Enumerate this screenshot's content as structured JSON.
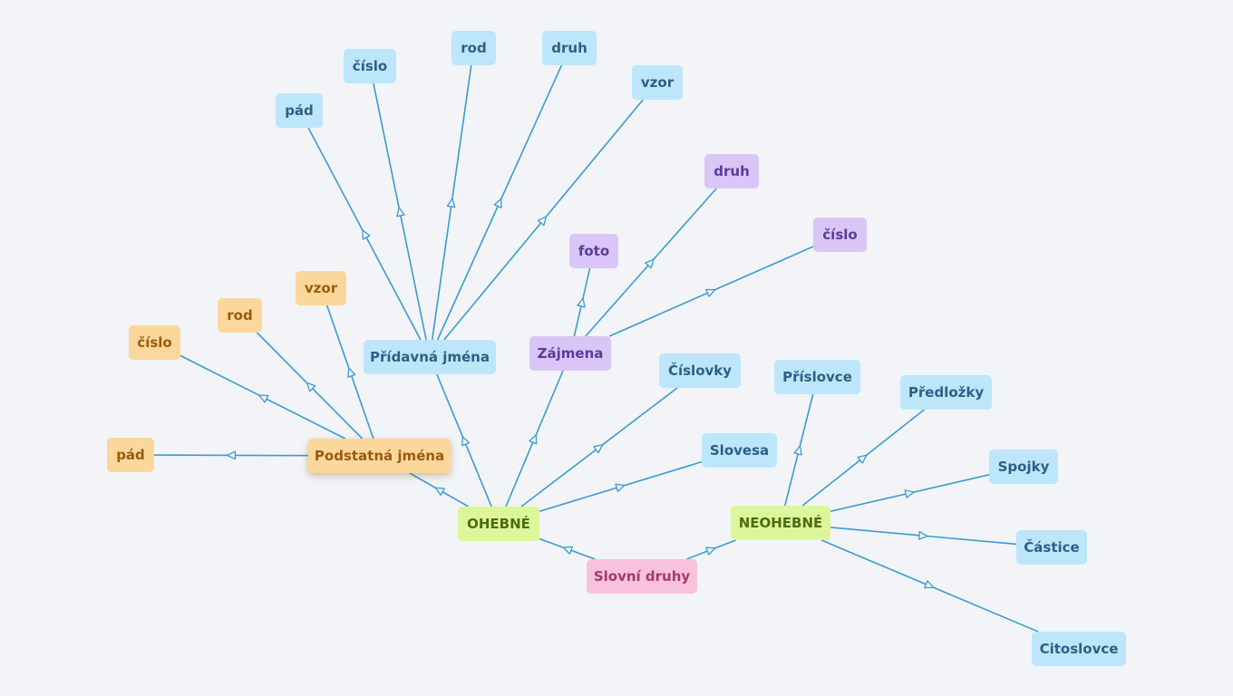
{
  "colors": {
    "edge": "#3b9bd0",
    "background": "#f2f4f7",
    "blue_node": "#bde6fb",
    "orange_node": "#fcd79b",
    "purple_node": "#d9c6f6",
    "green_node": "#def69a",
    "pink_node": "#f8c1dd"
  },
  "nodes": {
    "slovni_druhy": "Slovní druhy",
    "ohebne": "OHEBNÉ",
    "neohebne": "NEOHEBNÉ",
    "podstatna_jmena": "Podstatná jména",
    "pridavna_jmena": "Přídavná jména",
    "zajmena": "Zájmena",
    "cislovky": "Číslovky",
    "slovesa": "Slovesa",
    "prislovce": "Příslovce",
    "predlozky": "Předložky",
    "spojky": "Spojky",
    "castice": "Částice",
    "citoslovce": "Citoslovce",
    "pj_pad": "pád",
    "pj_cislo": "číslo",
    "pj_rod": "rod",
    "pj_vzor": "vzor",
    "adj_pad": "pád",
    "adj_cislo": "číslo",
    "adj_rod": "rod",
    "adj_druh": "druh",
    "adj_vzor": "vzor",
    "zaj_foto": "foto",
    "zaj_druh": "druh",
    "zaj_cislo": "číslo"
  },
  "edges": [
    [
      "slovni_druhy",
      "ohebne"
    ],
    [
      "slovni_druhy",
      "neohebne"
    ],
    [
      "ohebne",
      "podstatna_jmena"
    ],
    [
      "ohebne",
      "pridavna_jmena"
    ],
    [
      "ohebne",
      "zajmena"
    ],
    [
      "ohebne",
      "cislovky"
    ],
    [
      "ohebne",
      "slovesa"
    ],
    [
      "neohebne",
      "prislovce"
    ],
    [
      "neohebne",
      "predlozky"
    ],
    [
      "neohebne",
      "spojky"
    ],
    [
      "neohebne",
      "castice"
    ],
    [
      "neohebne",
      "citoslovce"
    ],
    [
      "podstatna_jmena",
      "pj_pad"
    ],
    [
      "podstatna_jmena",
      "pj_cislo"
    ],
    [
      "podstatna_jmena",
      "pj_rod"
    ],
    [
      "podstatna_jmena",
      "pj_vzor"
    ],
    [
      "pridavna_jmena",
      "adj_pad"
    ],
    [
      "pridavna_jmena",
      "adj_cislo"
    ],
    [
      "pridavna_jmena",
      "adj_rod"
    ],
    [
      "pridavna_jmena",
      "adj_druh"
    ],
    [
      "pridavna_jmena",
      "adj_vzor"
    ],
    [
      "zajmena",
      "zaj_foto"
    ],
    [
      "zajmena",
      "zaj_druh"
    ],
    [
      "zajmena",
      "zaj_cislo"
    ]
  ]
}
